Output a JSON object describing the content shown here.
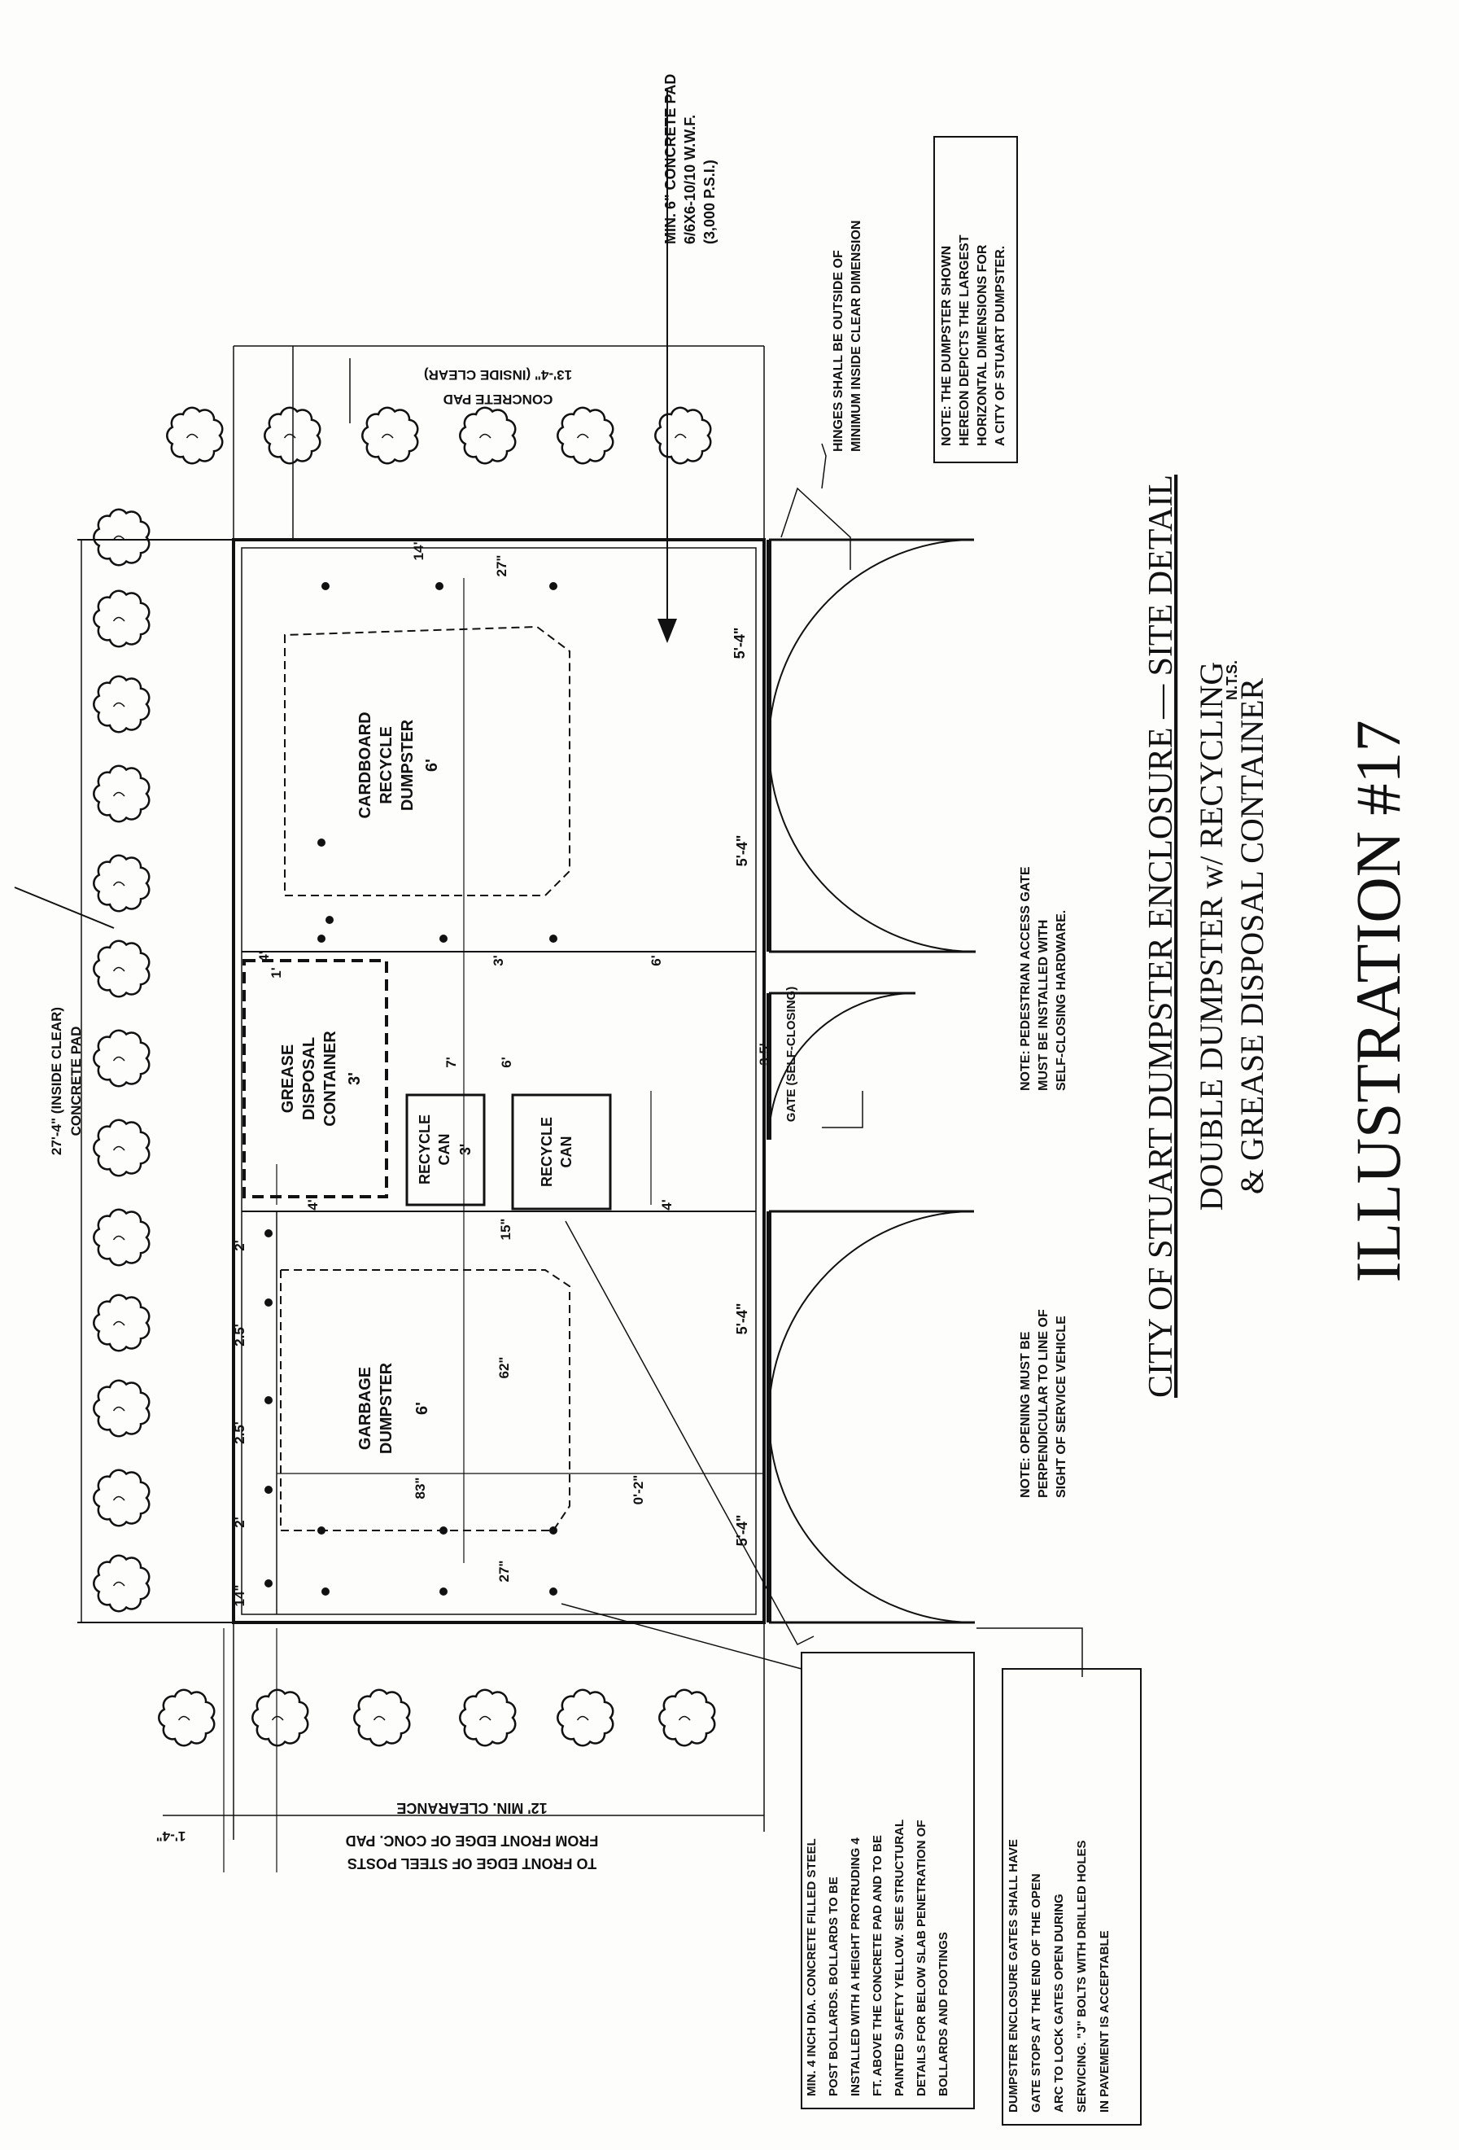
{
  "sheet": {
    "illustration": "ILLUSTRATION #17",
    "title": "CITY OF STUART DUMPSTER ENCLOSURE — SITE DETAIL",
    "subtitle_1": "DOUBLE DUMPSTER w/ RECYCLING",
    "subtitle_2": "& GREASE DISPOSAL CONTAINER",
    "scale": "N.T.S."
  },
  "containers": {
    "cardboard": [
      "CARDBOARD",
      "RECYCLE",
      "DUMPSTER",
      "6'"
    ],
    "garbage": [
      "GARBAGE",
      "DUMPSTER",
      "6'"
    ],
    "grease": [
      "GREASE",
      "DISPOSAL",
      "CONTAINER",
      "3'"
    ],
    "recycle_can_1": [
      "RECYCLE",
      "CAN",
      "3'"
    ],
    "recycle_can_2": [
      "RECYCLE",
      "CAN"
    ]
  },
  "dimensions": {
    "concrete_pad_long": "27'-4\" (INSIDE CLEAR)",
    "concrete_pad_long_label": "CONCRETE PAD",
    "concrete_pad_short": "13'-4\" (INSIDE CLEAR)",
    "concrete_pad_short_label": "CONCRETE PAD",
    "gate_leaf_1": "5'-4\"",
    "gate_leaf_2": "5'-4\"",
    "gate_leaf_3": "5'-4\"",
    "gate_leaf_4": "5'-4\"",
    "ped_gate": "3.5'",
    "ped_gate_label": "GATE (SELF-CLOSING)",
    "d_14_top": "14\"",
    "d_27_top": "27\"",
    "d_14_bot": "14\"",
    "d_27_bot": "27\"",
    "d_62": "62\"",
    "d_83": "83\"",
    "d_15": "15\"",
    "d_0_2": "0'-2\"",
    "d_2a": "2'",
    "d_2_5a": "2.5'",
    "d_2_5b": "2.5'",
    "d_2b": "2'",
    "d_1": "1'",
    "d_7": "7'",
    "d_6": "6'",
    "d_4": "4'",
    "d_3": "3'",
    "d_6b": "6'",
    "d_4b": "4'",
    "d_4c": "4'",
    "clearance_1": "12' MIN. CLEARANCE",
    "clearance_2": "FROM FRONT EDGE OF CONC. PAD",
    "clearance_3": "TO FRONT EDGE OF STEEL POSTS",
    "d_1_4": "1'-4\""
  },
  "notes": {
    "pad_spec": [
      "MIN. 6\" CONCRETE PAD",
      "6/6X6-10/10 W.W.F.",
      "(3,000 P.S.I.)"
    ],
    "hinges": [
      "HINGES SHALL BE OUTSIDE OF",
      "MINIMUM INSIDE CLEAR DIMENSION"
    ],
    "dumpster_shown": [
      "NOTE: THE DUMPSTER SHOWN",
      "HEREON DEPICTS THE LARGEST",
      "HORIZONTAL DIMENSIONS FOR",
      "A CITY OF STUART DUMPSTER."
    ],
    "pedestrian_gate": [
      "NOTE: PEDESTRIAN ACCESS GATE",
      "MUST BE INSTALLED WITH",
      "SELF-CLOSING HARDWARE."
    ],
    "opening": [
      "NOTE: OPENING MUST BE",
      "PERPENDICULAR TO LINE OF",
      "SIGHT OF SERVICE VEHICLE"
    ],
    "bollards": [
      "MIN. 4 INCH DIA. CONCRETE FILLED STEEL",
      "POST BOLLARDS. BOLLARDS TO BE",
      "INSTALLED WITH A HEIGHT PROTRUDING 4",
      "FT. ABOVE THE CONCRETE PAD AND TO BE",
      "PAINTED SAFETY YELLOW. SEE STRUCTURAL",
      "DETAILS FOR BELOW SLAB PENETRATION OF",
      "BOLLARDS AND FOOTINGS"
    ],
    "gate_stops": [
      "DUMPSTER ENCLOSURE GATES SHALL HAVE",
      "GATE STOPS AT THE END OF THE OPEN",
      "ARC TO LOCK GATES OPEN DURING",
      "SERVICING. \"J\" BOLTS WITH DRILLED HOLES",
      "IN PAVEMENT IS ACCEPTABLE"
    ]
  }
}
